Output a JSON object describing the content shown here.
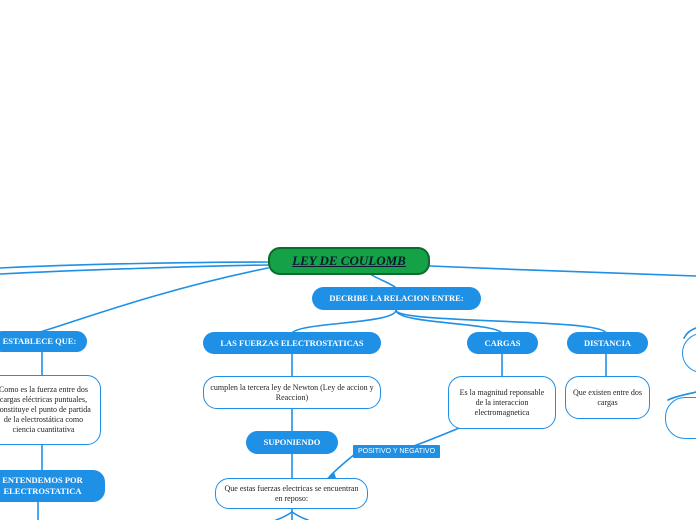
{
  "central": "LEY DE COULOMB",
  "nodes": {
    "describe": "DECRIBE LA RELACION ENTRE:",
    "establece": "ESTABLECE QUE:",
    "fuerzas": "LAS FUERZAS ELECTROSTATICAS",
    "cargas": "CARGAS",
    "distancia": "DISTANCIA",
    "como_es": "Como es la fuerza entre dos cargas eléctricas puntuales, constituye el punto de partida de la electrostática como ciencia cuantitativa",
    "entendemos": "ENTENDEMOS POR ELECTROSTATICA",
    "cumplen": "cumplen la tercera ley de Newton (Ley de accion y Reaccion)",
    "suponiendo": "SUPONIENDO",
    "que_estas": "Que estas fuerzas electricas se encuentran en reposo:",
    "es_magnitud": "Es la magnitud reponsable de la interaccion electromagnetica",
    "que_existen": "Que existen entre dos cargas"
  },
  "tags": {
    "positivo": "POSITIVO Y NEGATIVO"
  },
  "colors": {
    "central_fill": "#15a146",
    "accent_blue": "#1e90e6",
    "connector": "#1e90e6"
  }
}
